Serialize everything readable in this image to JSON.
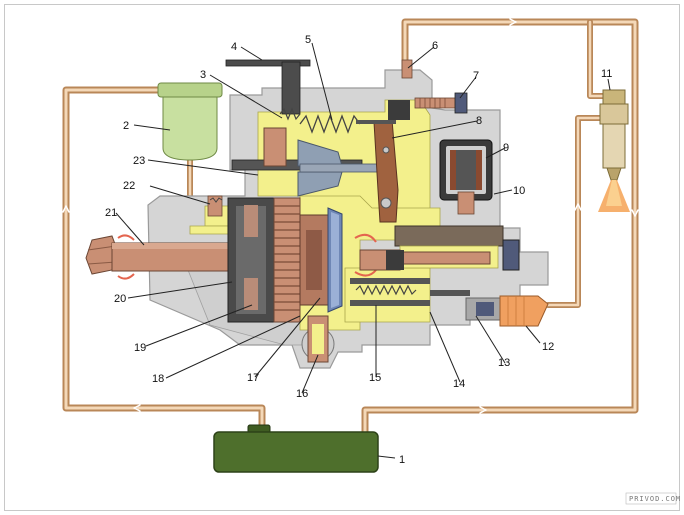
{
  "labels": [
    "1",
    "2",
    "3",
    "4",
    "5",
    "6",
    "7",
    "8",
    "9",
    "10",
    "11",
    "12",
    "13",
    "14",
    "15",
    "16",
    "17",
    "18",
    "19",
    "20",
    "21",
    "22",
    "23"
  ],
  "watermark": "PRIVOD.COM",
  "colors": {
    "pipe_outer": "#b98758",
    "pipe_inner": "#f4d8b8",
    "housing": "#d5d5d5",
    "fuel": "#f3f08c",
    "copper": "#c98f74",
    "dark": "#3b3b3b",
    "filter": "#c8e0a0",
    "tank": "#4e6f2c",
    "flame": "#f5a253",
    "leader": "#222222"
  },
  "icons": [
    "rotation-arrow-icon",
    "flame-icon"
  ]
}
